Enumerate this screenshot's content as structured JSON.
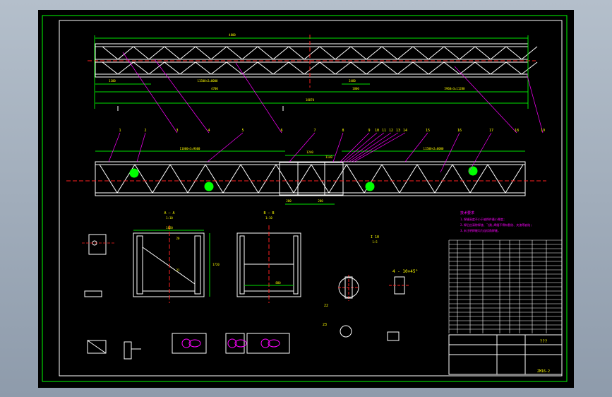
{
  "drawing": {
    "background": "#000000",
    "frame_color": "#00ff00",
    "line_colors": {
      "outline": "#ffffff",
      "dimension": "#00e000",
      "center": "#ff2020",
      "leader": "#ff00ff",
      "text": "#ffff00",
      "hatch": "#00ff00"
    },
    "top_view": {
      "dims": [
        "1100",
        "11500×2=0000",
        "4700",
        "18870",
        "3480",
        "1800",
        "4800",
        "5960×3=11280"
      ]
    },
    "front_view": {
      "balloons": [
        "1",
        "2",
        "3",
        "4",
        "5",
        "6",
        "7",
        "8",
        "9",
        "10",
        "11",
        "12",
        "13",
        "14",
        "15",
        "16",
        "17",
        "18",
        "19"
      ],
      "dims": [
        "11000×3=9600",
        "1240",
        "1140",
        "11500×2=0000",
        "280",
        "280"
      ]
    },
    "sections": {
      "a_a": {
        "title": "A — A",
        "scale": "1:10",
        "dims": [
          "1820",
          "1720"
        ],
        "balloons": [
          "20",
          "21"
        ]
      },
      "b_b": {
        "title": "B — B",
        "scale": "1:10",
        "dims": [
          "880"
        ]
      },
      "detail_1": {
        "title": "I 10",
        "scale": "1:5"
      },
      "weld": {
        "label": "4 - 10×45°"
      },
      "balloons": [
        "22",
        "23"
      ]
    },
    "notes": {
      "title": "技术要求",
      "lines": [
        "1.焊缝高度不小于被焊件最小厚度;",
        "2.焊后应清除焊渣、飞溅,焊缝不得有裂纹、夹渣等缺陷;",
        "3.未注明焊缝均为连续角焊缝。"
      ]
    },
    "title_block": {
      "name": "???",
      "number": "ZM16-2"
    }
  }
}
